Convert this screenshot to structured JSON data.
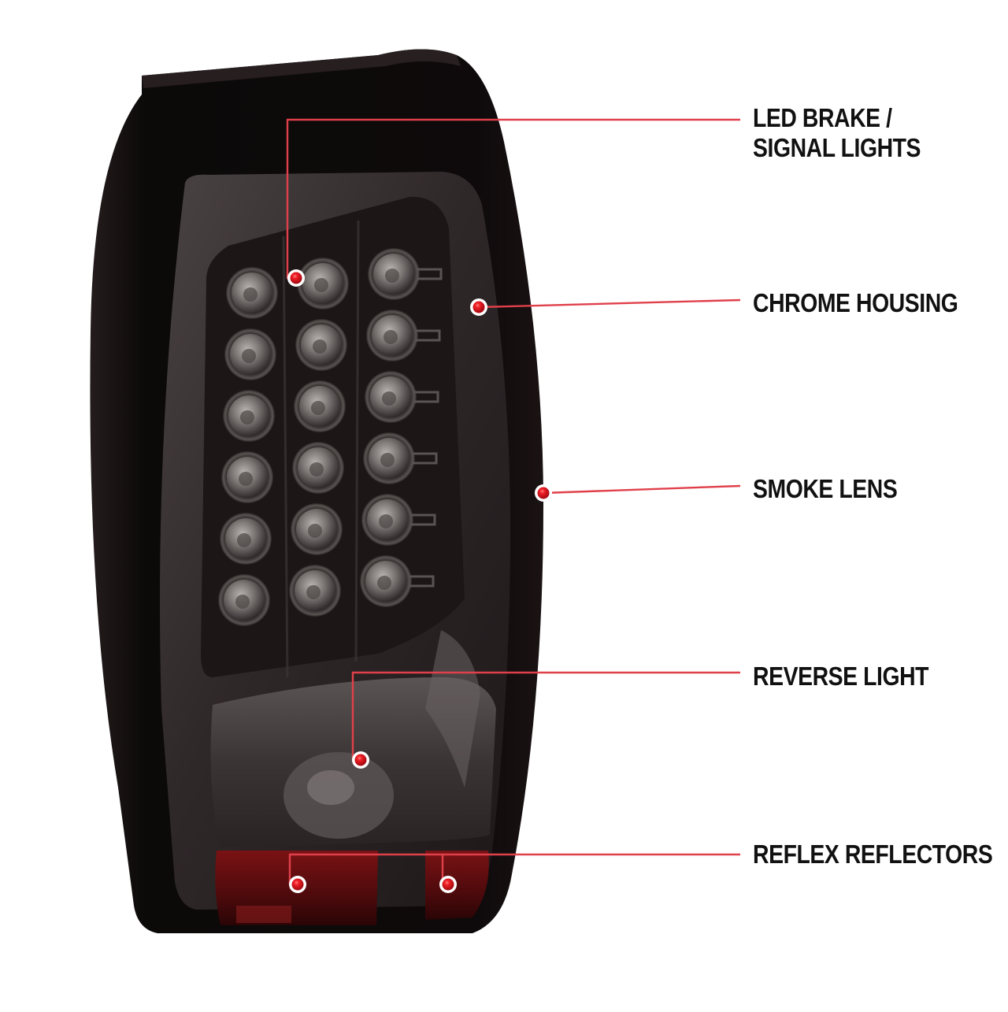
{
  "callouts": [
    {
      "id": "led",
      "lines": [
        "LED BRAKE /",
        "SIGNAL LIGHTS"
      ]
    },
    {
      "id": "chrome",
      "lines": [
        "CHROME HOUSING"
      ]
    },
    {
      "id": "smoke",
      "lines": [
        "SMOKE LENS"
      ]
    },
    {
      "id": "reverse",
      "lines": [
        "REVERSE LIGHT"
      ]
    },
    {
      "id": "reflex",
      "lines": [
        "REFLEX REFLECTORS"
      ]
    }
  ],
  "colors": {
    "background": "#ffffff",
    "leader_line": "#e0404a",
    "marker_dot": "#e8151f",
    "label_text": "#111111",
    "housing": "#0f0b0c",
    "lens_smoke": "#3a3334",
    "led": "#8d8987",
    "reflector": "#6a1012"
  },
  "product": {
    "type": "tail light",
    "led_count": 18
  }
}
